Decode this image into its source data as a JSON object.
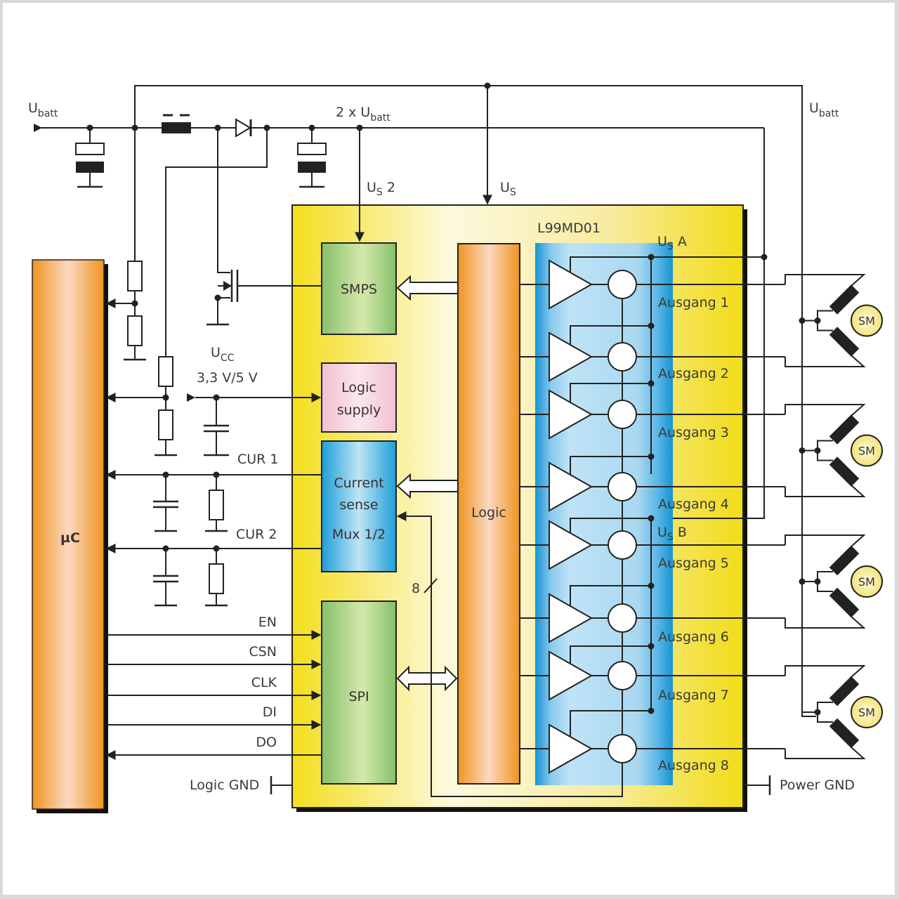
{
  "title": "L99MD01 block diagram",
  "chip": {
    "name": "L99MD01"
  },
  "supply": {
    "ubatt_left": {
      "main": "U",
      "sub": "batt"
    },
    "ubatt_right": {
      "main": "U",
      "sub": "batt"
    },
    "double": {
      "main": "2 x U",
      "sub": "batt"
    },
    "us2": {
      "main": "U",
      "sub": "S",
      "suffix": " 2"
    },
    "us": {
      "main": "U",
      "sub": "S"
    },
    "usa": {
      "main": "U",
      "sub": "S",
      "suffix": " A"
    },
    "usb": {
      "main": "U",
      "sub": "S",
      "suffix": " B"
    },
    "ucc": {
      "main": "U",
      "sub": "CC",
      "value": "3,3 V/5 V"
    }
  },
  "blocks": {
    "uc": "µC",
    "smps": "SMPS",
    "logic_supply": [
      "Logic",
      "supply"
    ],
    "current_sense": [
      "Current",
      "sense",
      "Mux 1/2"
    ],
    "spi": "SPI",
    "logic": "Logic"
  },
  "signals": {
    "cur1": "CUR 1",
    "cur2": "CUR 2",
    "spi_lines": [
      "EN",
      "CSN",
      "CLK",
      "DI",
      "DO"
    ],
    "bus_width": "8",
    "logic_gnd": "Logic GND",
    "power_gnd": "Power GND"
  },
  "outputs": [
    "Ausgang 1",
    "Ausgang 2",
    "Ausgang 3",
    "Ausgang 4",
    "Ausgang 5",
    "Ausgang 6",
    "Ausgang 7",
    "Ausgang 8"
  ],
  "motors": [
    "SM",
    "SM",
    "SM",
    "SM"
  ],
  "colors": {
    "chip_yellow": "#f2e12a",
    "orange": "#f0962a",
    "green": "#8cc474",
    "blue": "#1a9ad6",
    "pink": "#f4c6d8",
    "motor": "#f6ec8a"
  }
}
